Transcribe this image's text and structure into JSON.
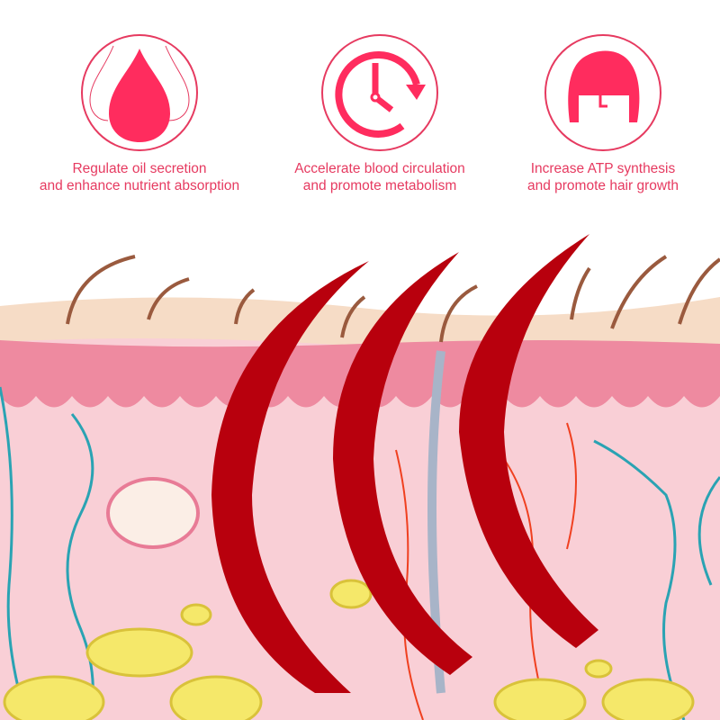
{
  "colors": {
    "accent": "#ff2c5e",
    "text": "#e63a60",
    "hair": "#b8000d"
  },
  "features": [
    {
      "icon": "oil-drop-icon",
      "line1": "Regulate oil secretion",
      "line2": "and enhance nutrient absorption"
    },
    {
      "icon": "clock-refresh-icon",
      "line1": "Accelerate blood circulation",
      "line2": "and promote metabolism"
    },
    {
      "icon": "hair-head-icon",
      "line1": "Increase ATP synthesis",
      "line2": "and promote hair growth"
    }
  ]
}
